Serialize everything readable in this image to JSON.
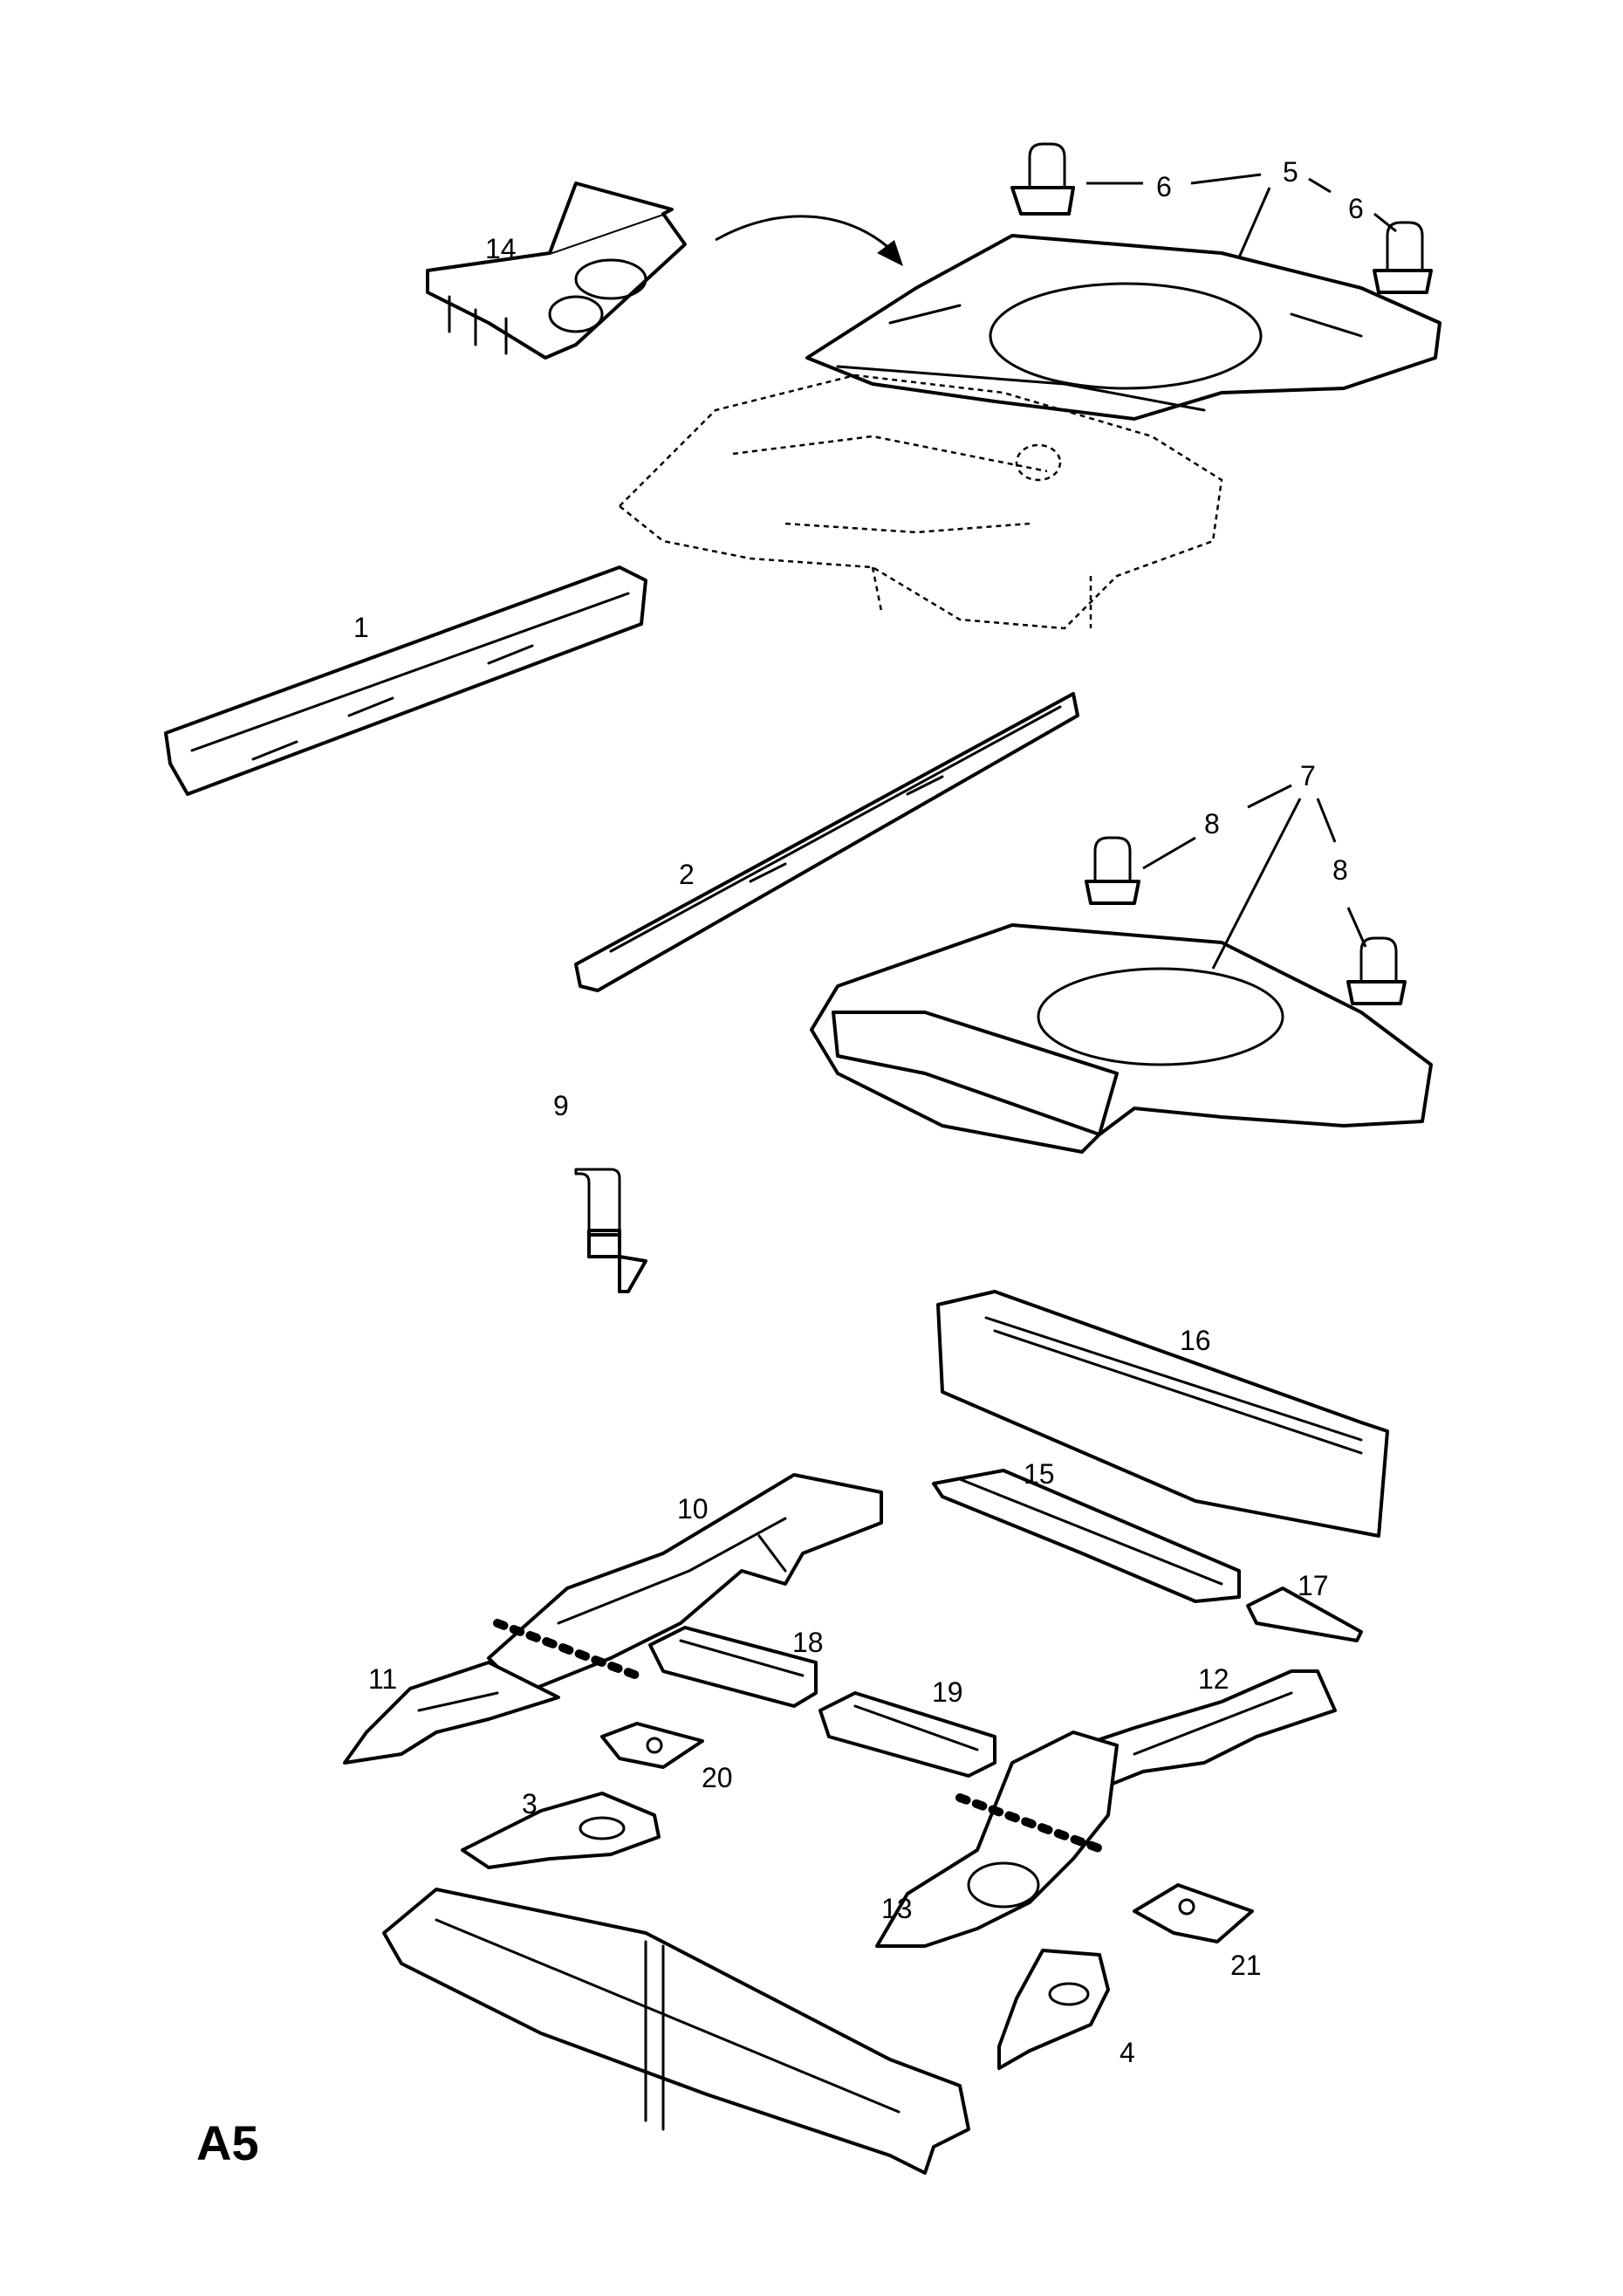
{
  "diagram": {
    "page_label": "A5",
    "callouts": [
      "1",
      "2",
      "3",
      "4",
      "5",
      "6",
      "6",
      "7",
      "8",
      "8",
      "9",
      "10",
      "11",
      "12",
      "13",
      "14",
      "15",
      "16",
      "17",
      "18",
      "19",
      "20",
      "21"
    ]
  }
}
